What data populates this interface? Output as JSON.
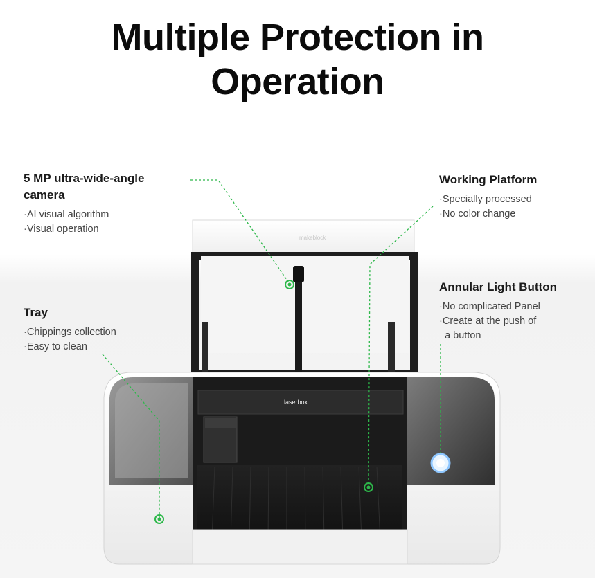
{
  "title": {
    "line1": "Multiple Protection in",
    "line2": "Operation"
  },
  "features": {
    "camera": {
      "heading_line1": "5 MP ultra-wide-angle",
      "heading_line2": "camera",
      "bullets": [
        "AI visual algorithm",
        "Visual operation"
      ]
    },
    "platform": {
      "heading": "Working Platform",
      "bullets": [
        "Specially processed",
        "No color change"
      ]
    },
    "light_button": {
      "heading": "Annular Light Button",
      "bullets": [
        "No complicated Panel",
        "Create at the push of",
        "a button"
      ]
    },
    "tray": {
      "heading": "Tray",
      "bullets": [
        "Chippings collection",
        "Easy to clean"
      ]
    }
  },
  "machine": {
    "lid_brand": "makeblock",
    "gantry_brand": "laserbox"
  },
  "colors": {
    "accent_green": "#2db84a",
    "machine_white": "#f7f7f7",
    "machine_dark": "#2a2a2a"
  }
}
